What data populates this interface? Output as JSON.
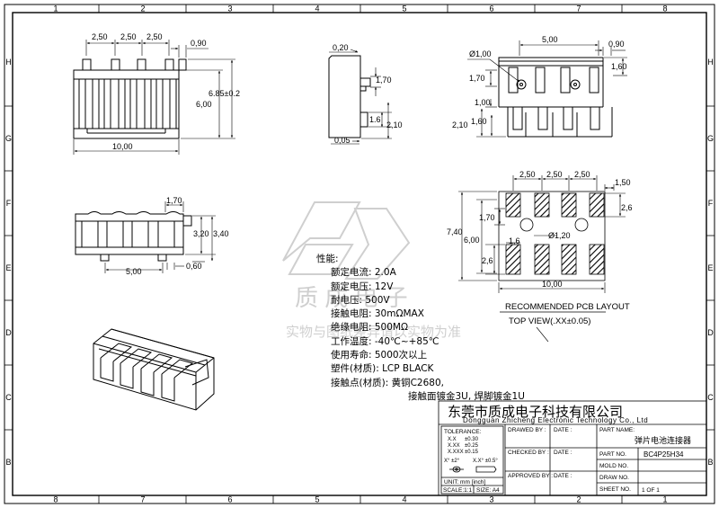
{
  "grid": {
    "top_numbers": [
      "1",
      "2",
      "3",
      "4",
      "5",
      "6",
      "7",
      "8"
    ],
    "bottom_numbers": [
      "8",
      "7",
      "6",
      "5",
      "4",
      "3",
      "2",
      "1"
    ],
    "left_letters": [
      "H",
      "G",
      "F",
      "E",
      "D",
      "C",
      "B",
      "A"
    ],
    "right_letters": [
      "H",
      "G",
      "F",
      "E",
      "D",
      "C",
      "B",
      "A"
    ]
  },
  "dims": {
    "front_pitch_1": "2,50",
    "front_pitch_2": "2,50",
    "front_pitch_3": "2,50",
    "front_tab": "0,90",
    "front_height_tol": "6.85±0.2",
    "front_height": "6,00",
    "front_width": "10,00",
    "side_top": "0,20",
    "side_mid": "1,70",
    "side_lead_h": "1.6",
    "side_total": "2,10",
    "side_bottom": "0,05",
    "right_width": "5,00",
    "right_tab": "0,90",
    "right_hole": "Ø1,00",
    "right_170": "1,70",
    "right_160a": "1,60",
    "right_100": "1,00",
    "right_210": "2,10",
    "right_160b": "1,60",
    "side2_top": "1,70",
    "side2_320": "3,20",
    "side2_340": "3,40",
    "side2_500": "5,00",
    "side2_060": "0,60",
    "pcb_250a": "2,50",
    "pcb_250b": "2,50",
    "pcb_250c": "2,50",
    "pcb_150": "1,50",
    "pcb_26a": "2,6",
    "pcb_740": "7,40",
    "pcb_600": "6,00",
    "pcb_170": "1,70",
    "pcb_hole": "Ø1,20",
    "pcb_16": "1,6",
    "pcb_26b": "2,6",
    "pcb_1000": "10,00"
  },
  "pcb_labels": {
    "layout": "RECOMMENDED PCB LAYOUT",
    "view": "TOP VIEW(.XX±0.05)"
  },
  "watermark": {
    "cn": "质 成 电 子",
    "sub": "实物与图纸差异请以实物为准"
  },
  "specs": {
    "heading": "性能:",
    "lines": [
      "额定电流: 2.0A",
      "额定电压: 12V",
      "耐电压: 500V",
      "接触电阻: 30mΩMAX",
      "绝缘电阻: 500MΩ",
      "工作温度: -40℃~+85℃",
      "使用寿命: 5000次以上",
      "塑件(材质): LCP BLACK",
      "接触点(材质): 黄铜C2680,"
    ],
    "last": "接触面镀金3U, 焊脚镀金1U"
  },
  "title_block": {
    "company_cn": "东莞市质成电子科技有限公司",
    "company_en": "Dongguan Zhicheng Electronic Technology Co., Ltd",
    "tolerance_label": "TOLERANCE:",
    "tol_x": "X.X",
    "tol_x_v": "±0.30",
    "tol_xx": "X.XX",
    "tol_xx_v": "±0.25",
    "tol_xxx": "X.XXX",
    "tol_xxx_v": "±0.15",
    "tol_ang1": "X°  ±2°",
    "tol_ang2": "X.X° ±0.5°",
    "unit": "UNIT: mm [inch]",
    "scale": "SCALE:1:1",
    "size": "SIZE: A4",
    "drawed_by": "DRAWED BY :",
    "checked_by": "CHECKED BY :",
    "approved_by": "APPROVED BY :",
    "date1": "DATE :",
    "date2": "DATE :",
    "date3": "DATE :",
    "part_name_label": "PART NAME:",
    "part_name": "弹片电池连接器",
    "part_no_label": "PART NO.",
    "part_no": "BC4P25H34",
    "mold_no_label": "MOLD NO.",
    "draw_no_label": "DRAW NO.",
    "sheet_no_label": "SHEET NO.",
    "sheet_no": "1 OF 1"
  }
}
